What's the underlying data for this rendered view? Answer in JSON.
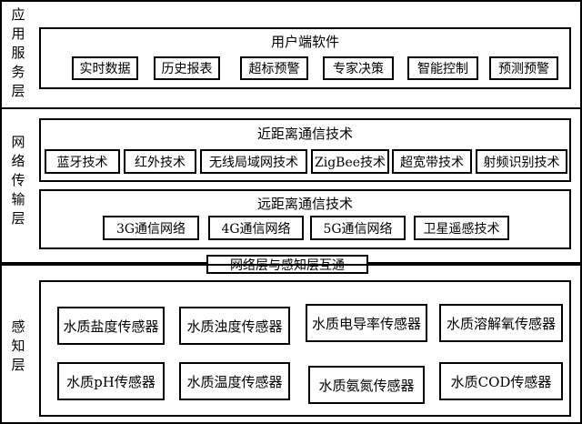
{
  "app_layer": {
    "label_chars": [
      "应",
      "用",
      "服",
      "务",
      "层"
    ],
    "panel_title": "用户端软件",
    "items": [
      "实时数据",
      "历史报表",
      "超标预警",
      "专家决策",
      "智能控制",
      "预测预警"
    ]
  },
  "network_layer": {
    "label_chars": [
      "网",
      "络",
      "传",
      "输",
      "层"
    ],
    "short_range": {
      "title": "近距离通信技术",
      "items": [
        "蓝牙技术",
        "红外技术",
        "无线局域网技术",
        "ZigBee技术",
        "超宽带技术",
        "射频识别技术"
      ]
    },
    "long_range": {
      "title": "远距离通信技术",
      "items": [
        "3G通信网络",
        "4G通信网络",
        "5G通信网络",
        "卫星遥感技术"
      ]
    }
  },
  "bridge_label": "网络层与感知层互通",
  "perception_layer": {
    "label_chars": [
      "感",
      "知",
      "层"
    ],
    "sensors": [
      "水质盐度传感器",
      "水质浊度传感器",
      "水质电导率传感器",
      "水质溶解氧传感器",
      "水质pH传感器",
      "水质温度传感器",
      "水质氨氮传感器",
      "水质COD传感器"
    ]
  }
}
